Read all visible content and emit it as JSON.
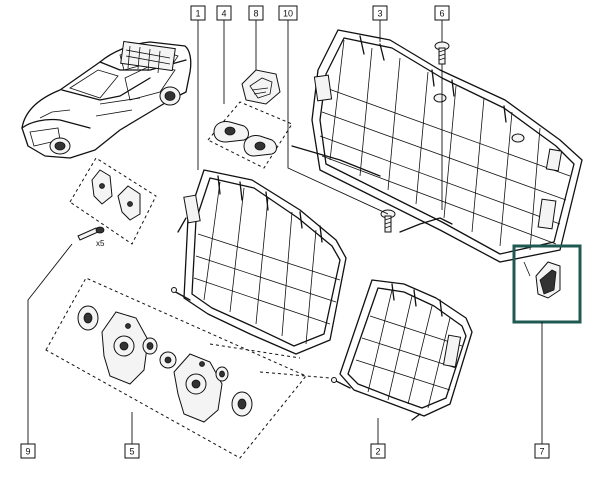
{
  "callouts": {
    "c1": "1",
    "c2": "2",
    "c3": "3",
    "c4": "4",
    "c5": "5",
    "c6": "6",
    "c7": "7",
    "c8": "8",
    "c9": "9",
    "c10": "10"
  },
  "quantity_note": "x5",
  "highlight_color": "#1f5a52"
}
